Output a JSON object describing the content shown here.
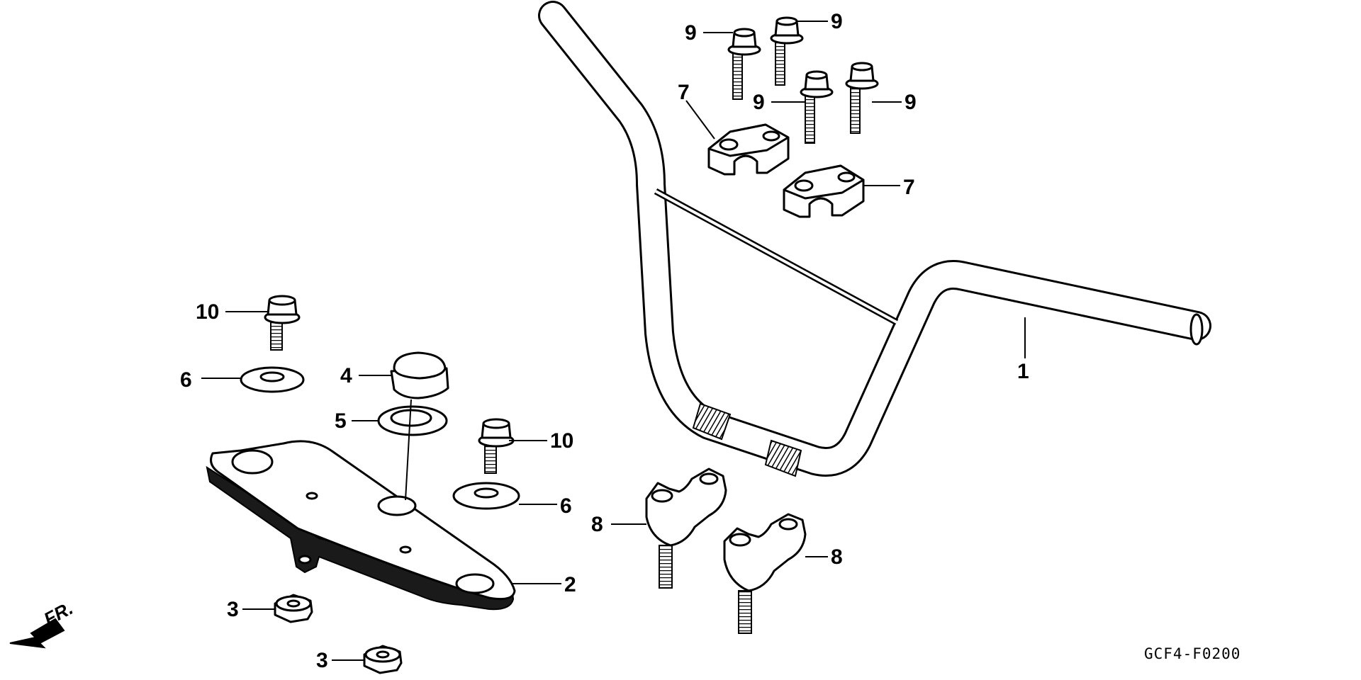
{
  "diagram": {
    "code": "GCF4-F0200",
    "direction_label": "FR.",
    "direction_icon": "front-arrow-icon",
    "callouts": [
      "1",
      "2",
      "3",
      "3",
      "4",
      "5",
      "6",
      "6",
      "7",
      "7",
      "8",
      "8",
      "9",
      "9",
      "9",
      "9",
      "10",
      "10"
    ]
  }
}
